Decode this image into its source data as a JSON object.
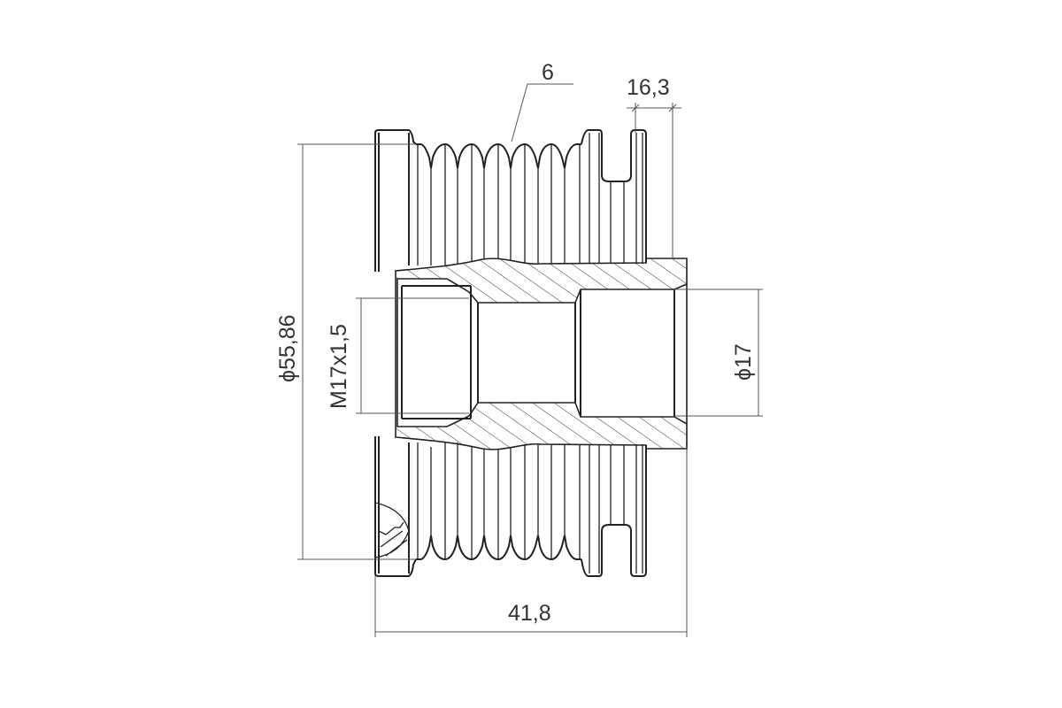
{
  "drawing": {
    "title": "Alternator overrunning pulley section drawing",
    "dimensions": {
      "groove_count": "6",
      "hub_length": "16,3",
      "outer_diameter": "ϕ55,86",
      "thread": "M17x1,5",
      "bore_diameter": "ϕ17",
      "overall_length": "41,8"
    },
    "colors": {
      "line": "#222222",
      "text": "#333333"
    }
  }
}
